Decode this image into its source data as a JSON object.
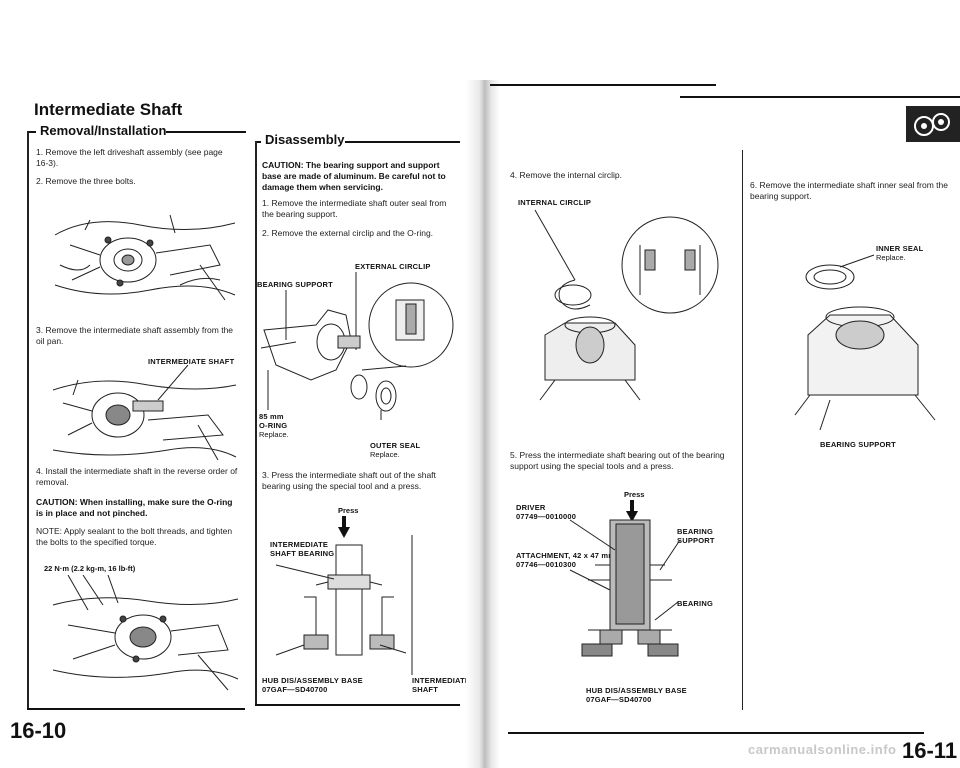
{
  "left_page": {
    "title": "Intermediate Shaft",
    "section_removal": "Removal/Installation",
    "section_disassembly": "Disassembly",
    "steps": [
      {
        "num": "1.",
        "text": "Remove the left driveshaft assembly (see page 16-3)."
      },
      {
        "num": "2.",
        "text": "Remove the three bolts."
      },
      {
        "num": "3.",
        "text": "Remove the intermediate shaft assembly from the oil pan."
      },
      {
        "num": "4.",
        "text": "Install the intermediate shaft in the reverse order of removal."
      }
    ],
    "caution_install": "CAUTION: When installing, make sure the O-ring is in place and not pinched.",
    "note_install": "NOTE: Apply sealant to the bolt threads, and tighten the bolts to the specified torque.",
    "torque": "22 N·m (2.2 kg-m, 16 lb-ft)",
    "label_intermediate_shaft": "INTERMEDIATE SHAFT",
    "disassembly_caution": "CAUTION: The bearing support and support base are made of aluminum. Be careful not to damage them when servicing.",
    "disassembly_steps": [
      {
        "num": "1.",
        "text": "Remove the intermediate shaft outer seal from the bearing support."
      },
      {
        "num": "2.",
        "text": "Remove the external circlip and the O-ring."
      },
      {
        "num": "3.",
        "text": "Press the intermediate shaft out of the shaft bearing using the special tool and a press."
      }
    ],
    "labels": {
      "external_circlip": "EXTERNAL CIRCLIP",
      "bearing_support": "BEARING SUPPORT",
      "o_ring_size": "85 mm",
      "o_ring": "O-RING",
      "o_ring_replace": "Replace.",
      "outer_seal": "OUTER SEAL",
      "outer_seal_replace": "Replace.",
      "press": "Press",
      "int_shaft_bearing_1": "INTERMEDIATE",
      "int_shaft_bearing_2": "SHAFT BEARING",
      "hub_base_1": "HUB DIS/ASSEMBLY BASE",
      "hub_base_2": "07GAF—SD40700",
      "int_shaft_1": "INTERMEDIATE",
      "int_shaft_2": "SHAFT"
    },
    "page_number": "16-10"
  },
  "right_page": {
    "steps": [
      {
        "num": "4.",
        "text": "Remove the internal circlip."
      },
      {
        "num": "5.",
        "text": "Press the intermediate shaft bearing out of the bearing support using the special tools and a press."
      },
      {
        "num": "6.",
        "text": "Remove the intermediate shaft inner seal from the bearing support."
      }
    ],
    "labels": {
      "internal_circlip": "INTERNAL CIRCLIP",
      "press": "Press",
      "driver_1": "DRIVER",
      "driver_2": "07749—0010000",
      "bearing_support_1": "BEARING",
      "bearing_support_2": "SUPPORT",
      "attachment_1": "ATTACHMENT, 42 x 47 mm",
      "attachment_2": "07746—0010300",
      "bearing": "BEARING",
      "hub_base_1": "HUB DIS/ASSEMBLY BASE",
      "hub_base_2": "07GAF—SD40700",
      "inner_seal": "INNER SEAL",
      "inner_seal_replace": "Replace.",
      "bearing_support": "BEARING SUPPORT"
    },
    "page_number": "16-11",
    "footer": "carmanualsonline.info"
  }
}
